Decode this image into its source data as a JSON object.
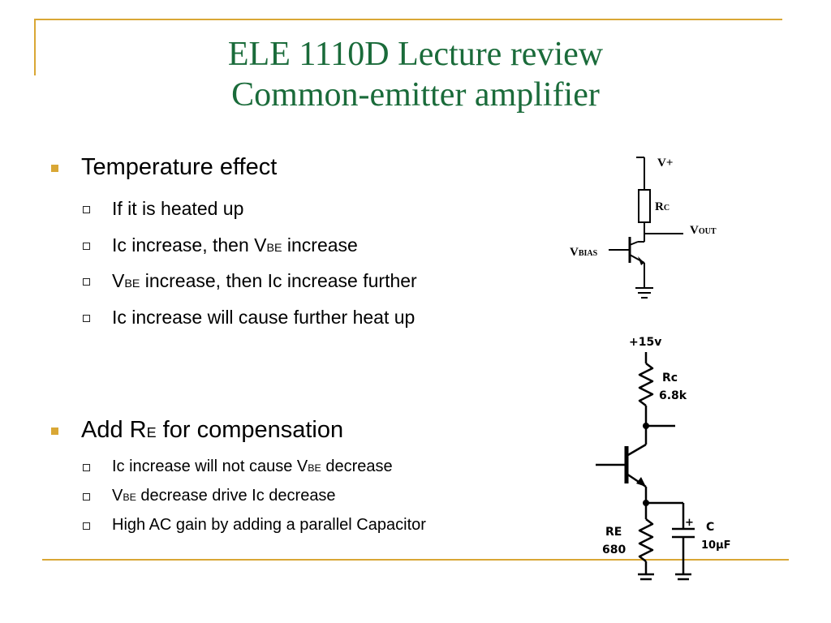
{
  "title": {
    "line1": "ELE 1110D Lecture review",
    "line2": "Common-emitter amplifier"
  },
  "section1": {
    "heading": "Temperature effect",
    "items": [
      {
        "pre": "If it is heated up"
      },
      {
        "pre": "Ic increase, then V",
        "sub": "BE",
        "post": " increase"
      },
      {
        "pre": "V",
        "sub": "BE",
        "post": " increase, then Ic increase further"
      },
      {
        "pre": "Ic increase will cause further heat up"
      }
    ]
  },
  "section2": {
    "heading_pre": "Add R",
    "heading_sub": "E",
    "heading_post": " for compensation",
    "items": [
      {
        "pre": "Ic increase will not cause V",
        "sub": "BE",
        "post": " decrease"
      },
      {
        "pre": "V",
        "sub": "BE",
        "post": " decrease drive Ic decrease"
      },
      {
        "pre": "High AC gain by adding a parallel Capacitor"
      }
    ]
  },
  "diagram1": {
    "vplus": "V+",
    "rc": "R",
    "rc_sub": "C",
    "vout": "V",
    "vout_sub": "OUT",
    "vbias": "V",
    "vbias_sub": "BIAS"
  },
  "diagram2": {
    "supply": "+15v",
    "rc_label": "Rc",
    "rc_value": "6.8k",
    "re_label": "RE",
    "re_value": "680",
    "c_label": "C",
    "c_value": "10μF",
    "plus": "+"
  },
  "colors": {
    "accent": "#d9a735",
    "title": "#1a6b3a"
  }
}
